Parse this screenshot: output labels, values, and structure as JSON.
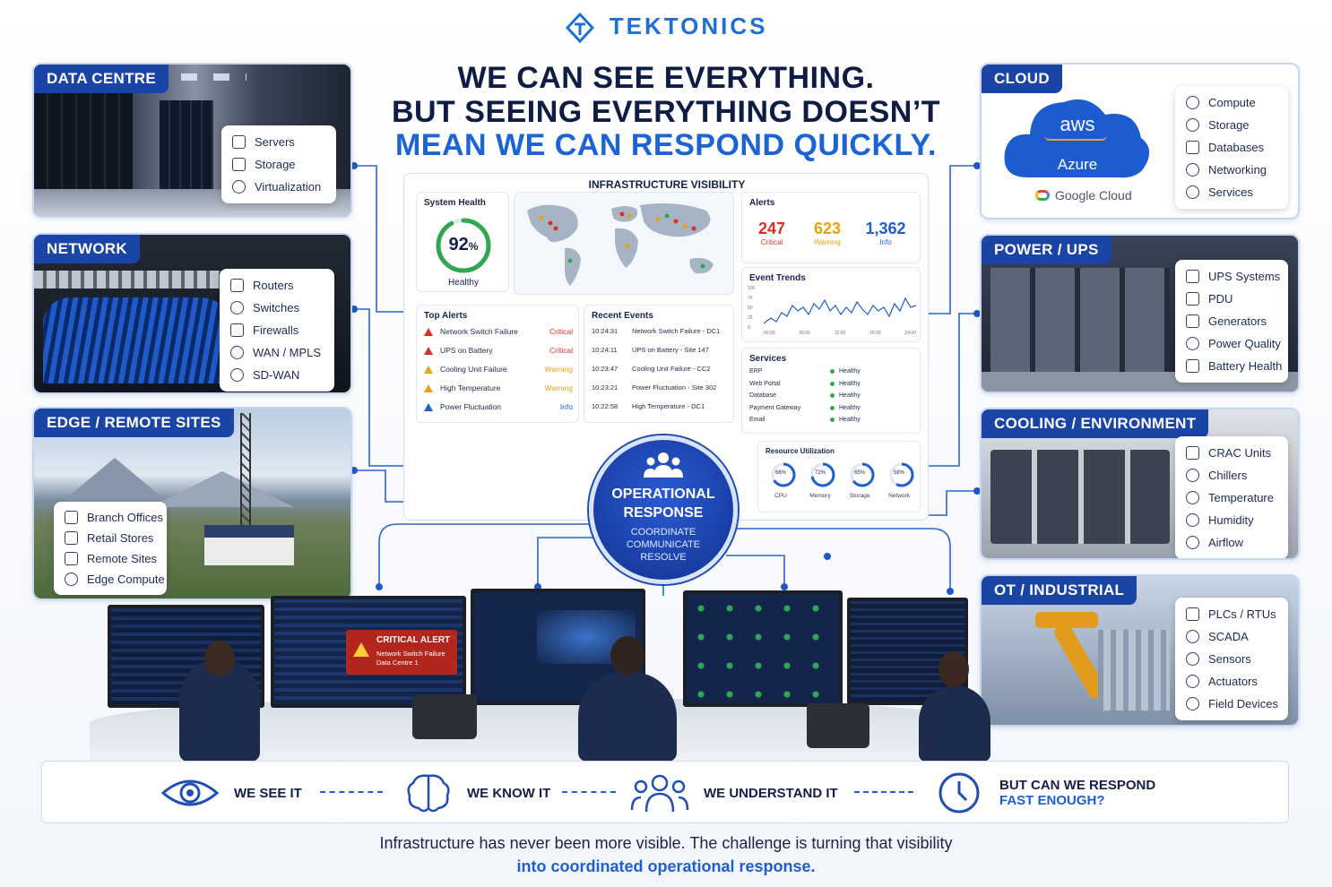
{
  "brand": {
    "logo_text": "TEKTONICS",
    "color": "#1f6fd6"
  },
  "headline": {
    "line1": "WE CAN SEE EVERYTHING.",
    "line2": "BUT SEEING EVERYTHING DOESN’T",
    "line3": "MEAN WE CAN RESPOND QUICKLY."
  },
  "panels": {
    "data_centre": {
      "title": "DATA CENTRE",
      "items": [
        "Servers",
        "Storage",
        "Virtualization"
      ]
    },
    "network": {
      "title": "NETWORK",
      "items": [
        "Routers",
        "Switches",
        "Firewalls",
        "WAN / MPLS",
        "SD-WAN"
      ]
    },
    "edge": {
      "title": "EDGE / REMOTE SITES",
      "items": [
        "Branch Offices",
        "Retail Stores",
        "Remote Sites",
        "Edge Compute"
      ]
    },
    "cloud": {
      "title": "CLOUD",
      "providers": {
        "aws": "aws",
        "azure": "Azure",
        "google": "Google Cloud"
      },
      "items": [
        "Compute",
        "Storage",
        "Databases",
        "Networking",
        "Services"
      ]
    },
    "power": {
      "title": "POWER / UPS",
      "items": [
        "UPS Systems",
        "PDU",
        "Generators",
        "Power Quality",
        "Battery Health"
      ]
    },
    "cooling": {
      "title": "COOLING / ENVIRONMENT",
      "items": [
        "CRAC Units",
        "Chillers",
        "Temperature",
        "Humidity",
        "Airflow"
      ]
    },
    "ot": {
      "title": "OT / INDUSTRIAL",
      "items": [
        "PLCs / RTUs",
        "SCADA",
        "Sensors",
        "Actuators",
        "Field Devices"
      ]
    }
  },
  "dashboard": {
    "title": "INFRASTRUCTURE VISIBILITY",
    "system_health": {
      "title": "System Health",
      "value": "92",
      "unit": "%",
      "fraction": 0.92,
      "status": "Healthy"
    },
    "alerts": {
      "title": "Alerts",
      "critical": {
        "value": "247",
        "label": "Critical",
        "color": "#d93025"
      },
      "warning": {
        "value": "623",
        "label": "Warning",
        "color": "#e8a20c"
      },
      "info": {
        "value": "1,362",
        "label": "Info",
        "color": "#1f5fd0"
      }
    },
    "event_trends": {
      "title": "Event Trends",
      "y_ticks": [
        "100",
        "75",
        "50",
        "25",
        "0"
      ],
      "x_ticks": [
        "00:00",
        "06:00",
        "12:00",
        "18:00",
        "24:00"
      ]
    },
    "top_alerts": {
      "title": "Top Alerts",
      "rows": [
        {
          "name": "Network Switch Failure",
          "level": "Critical",
          "color": "#d93025"
        },
        {
          "name": "UPS on Battery",
          "level": "Critical",
          "color": "#d93025"
        },
        {
          "name": "Cooling Unit Failure",
          "level": "Warning",
          "color": "#e8a20c"
        },
        {
          "name": "High Temperature",
          "level": "Warning",
          "color": "#e8a20c"
        },
        {
          "name": "Power Fluctuation",
          "level": "Info",
          "color": "#1f5fd0"
        }
      ]
    },
    "recent_events": {
      "title": "Recent Events",
      "rows": [
        {
          "time": "10:24:31",
          "text": "Network Switch Failure - DC1"
        },
        {
          "time": "10:24:11",
          "text": "UPS on Battery - Site 147"
        },
        {
          "time": "10:23:47",
          "text": "Cooling Unit Failure - CC2"
        },
        {
          "time": "10:23:21",
          "text": "Power Fluctuation - Site 302"
        },
        {
          "time": "10:22:58",
          "text": "High Temperature - DC1"
        }
      ]
    },
    "services": {
      "title": "Services",
      "rows": [
        {
          "name": "ERP",
          "status": "Healthy"
        },
        {
          "name": "Web Portal",
          "status": "Healthy"
        },
        {
          "name": "Database",
          "status": "Healthy"
        },
        {
          "name": "Payment Gateway",
          "status": "Healthy"
        },
        {
          "name": "Email",
          "status": "Healthy"
        }
      ]
    },
    "resource_utilization": {
      "title": "Resource Utilization",
      "gauges": [
        {
          "label": "CPU",
          "value": "66%",
          "fraction": 0.66
        },
        {
          "label": "Memory",
          "value": "72%",
          "fraction": 0.72
        },
        {
          "label": "Storage",
          "value": "65%",
          "fraction": 0.65
        },
        {
          "label": "Network",
          "value": "58%",
          "fraction": 0.58
        }
      ]
    }
  },
  "ops": {
    "title_line1": "OPERATIONAL",
    "title_line2": "RESPONSE",
    "sub1": "COORDINATE",
    "sub2": "COMMUNICATE",
    "sub3": "RESOLVE"
  },
  "control_room": {
    "alert_title": "CRITICAL ALERT",
    "alert_line1": "Network Switch Failure",
    "alert_line2": "Data Centre 1"
  },
  "steps": {
    "see": "WE SEE IT",
    "know": "WE KNOW IT",
    "understand": "WE UNDERSTAND IT",
    "respond_line1": "BUT CAN WE RESPOND",
    "respond_line2": "FAST ENOUGH?"
  },
  "footer": {
    "line1": "Infrastructure has never been more visible. The challenge is turning that visibility",
    "line2": "into coordinated operational response."
  },
  "colors": {
    "navy": "#1a44a6",
    "blue": "#1f5fd0",
    "healthy": "#2fa84f"
  }
}
